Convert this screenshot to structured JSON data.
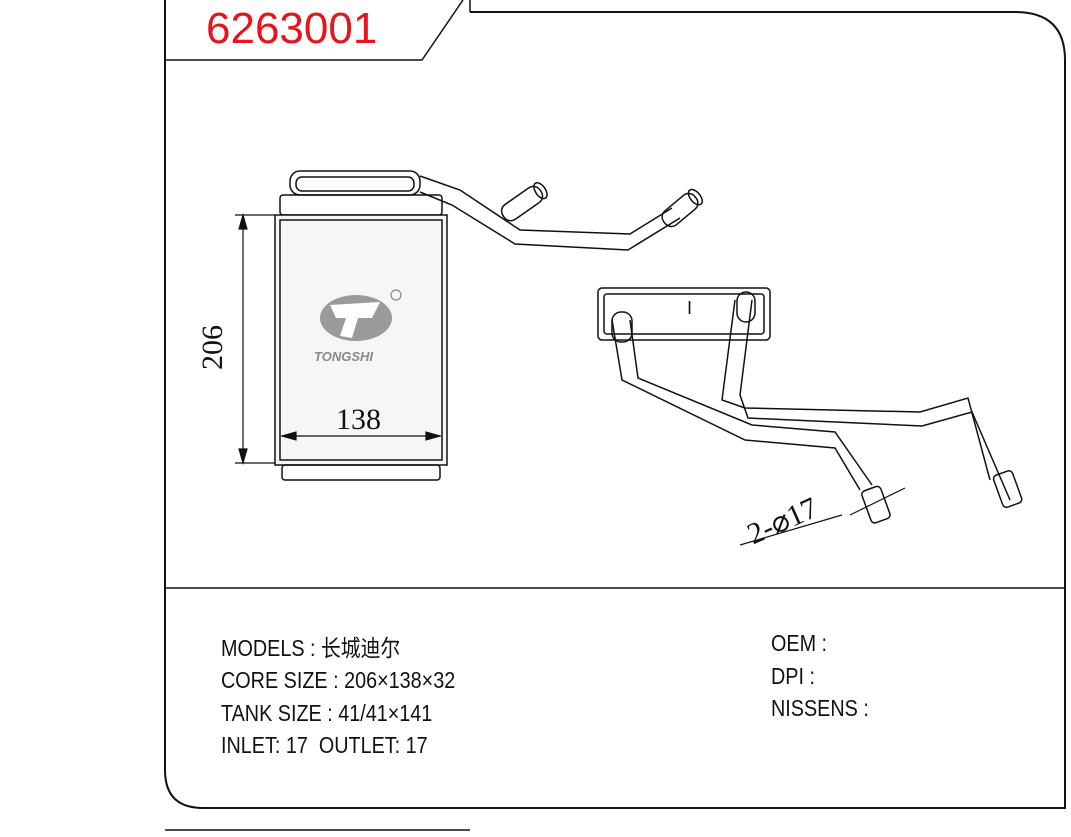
{
  "title": {
    "part_number": "6263001",
    "color": "#e8141c"
  },
  "drawing": {
    "height_dim": "206",
    "width_dim": "138",
    "pipe_dim": "2-⌀17",
    "side_mark": "I",
    "logo": {
      "text": "TONGSHI",
      "registered": "®"
    }
  },
  "specs": {
    "models": "MODELS : 长城迪尔",
    "core_size": "CORE SIZE : 206×138×32",
    "tank_size": "TANK SIZE : 41/41×141",
    "inlet_outlet": "INLET: 17  OUTLET: 17",
    "oem": "OEM :",
    "dpi": "DPI :",
    "nissens": "NISSENS :"
  }
}
